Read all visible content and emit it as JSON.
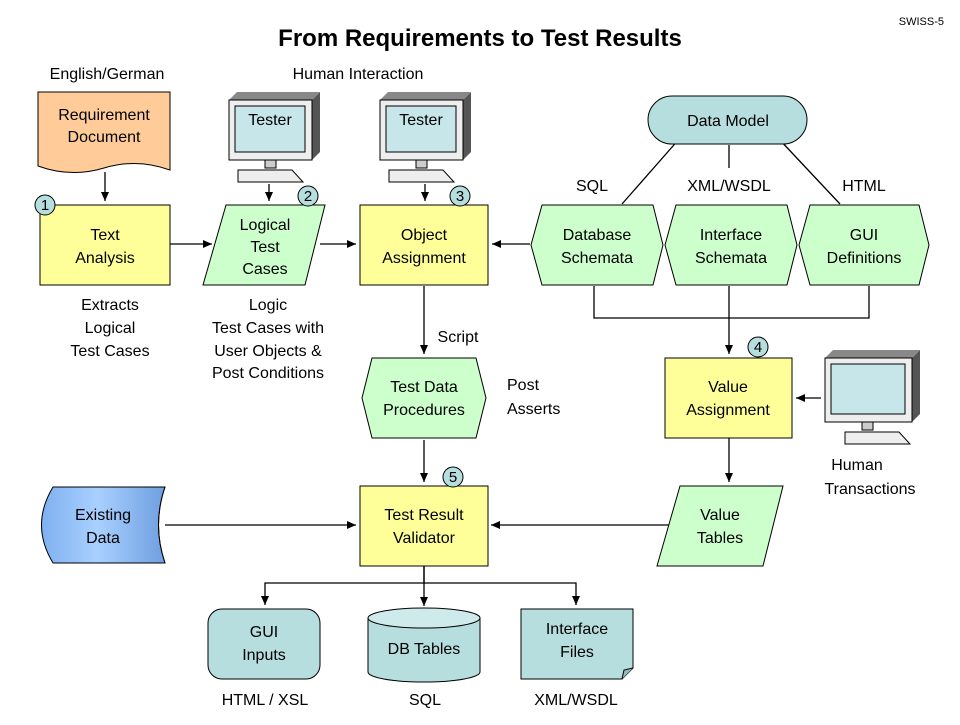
{
  "title": "From Requirements to Test Results",
  "slide_tag": "SWISS-5",
  "labels": {
    "english_german": "English/German",
    "human_interaction": "Human Interaction",
    "sql_top": "SQL",
    "xml_wsdl_top": "XML/WSDL",
    "html_top": "HTML",
    "script": "Script",
    "post_asserts": [
      "Post",
      "Asserts"
    ],
    "extracts": [
      "Extracts",
      "Logical",
      "Test Cases"
    ],
    "logic": [
      "Logic",
      "Test Cases with",
      "User Objects &",
      "Post Conditions"
    ],
    "human_transactions": [
      "Human",
      "Transactions"
    ],
    "html_xsl": "HTML / XSL",
    "sql_bottom": "SQL",
    "xml_wsdl_bottom": "XML/WSDL"
  },
  "nodes": {
    "requirement_document": [
      "Requirement",
      "Document"
    ],
    "tester_1": [
      "Tester"
    ],
    "tester_2": [
      "Tester"
    ],
    "data_model": [
      "Data Model"
    ],
    "text_analysis": [
      "Text",
      "Analysis"
    ],
    "logical_test_cases": [
      "Logical",
      "Test",
      "Cases"
    ],
    "object_assignment": [
      "Object",
      "Assignment"
    ],
    "database_schemata": [
      "Database",
      "Schemata"
    ],
    "interface_schemata": [
      "Interface",
      "Schemata"
    ],
    "gui_definitions": [
      "GUI",
      "Definitions"
    ],
    "test_data_procedures": [
      "Test Data",
      "Procedures"
    ],
    "value_assignment": [
      "Value",
      "Assignment"
    ],
    "existing_data": [
      "Existing",
      "Data"
    ],
    "test_result_validator": [
      "Test Result",
      "Validator"
    ],
    "value_tables": [
      "Value",
      "Tables"
    ],
    "gui_inputs": [
      "GUI",
      "Inputs"
    ],
    "db_tables": [
      "DB Tables"
    ],
    "interface_files": [
      "Interface",
      "Files"
    ]
  },
  "badges": [
    "1",
    "2",
    "3",
    "4",
    "5"
  ],
  "colors": {
    "yellow": "#ffff99",
    "green": "#ccffcc",
    "teal": "#b7dede",
    "orange": "#ffcc99",
    "blue": "#99ccff",
    "monitor_screen": "#c6e6ea",
    "monitor_frame": "#eeeeee",
    "badge": "#b7dede"
  }
}
